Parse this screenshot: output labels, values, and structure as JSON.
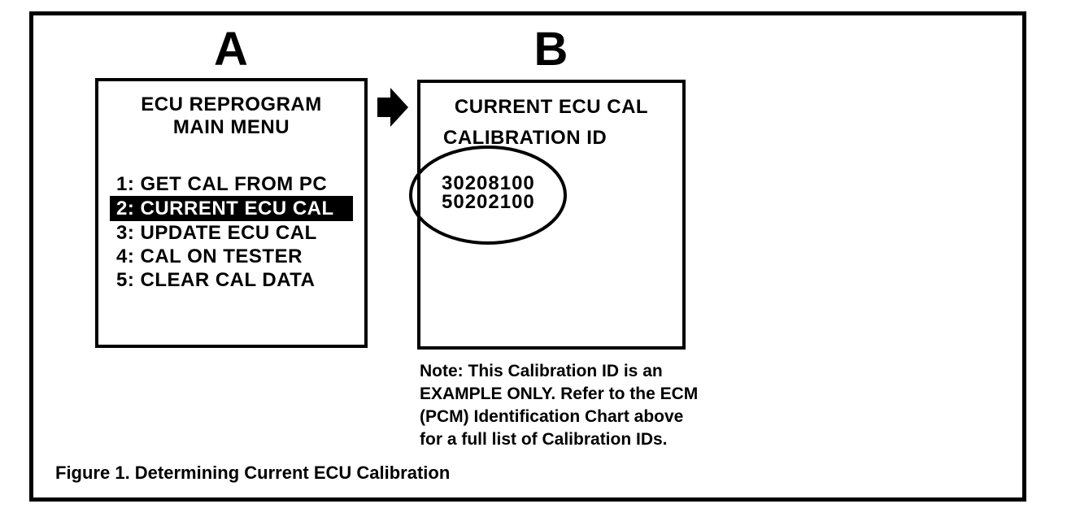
{
  "figure": {
    "caption": "Figure 1. Determining Current ECU Calibration",
    "colors": {
      "ink": "#000000",
      "background": "#ffffff"
    },
    "panel_a": {
      "label": "A",
      "screen_title_line1": "ECU REPROGRAM",
      "screen_title_line2": "MAIN MENU",
      "menu_items": [
        {
          "text": "1: GET CAL FROM PC",
          "highlighted": false
        },
        {
          "text": "2: CURRENT ECU CAL",
          "highlighted": true
        },
        {
          "text": "3: UPDATE ECU CAL",
          "highlighted": false
        },
        {
          "text": "4: CAL ON TESTER",
          "highlighted": false
        },
        {
          "text": "5: CLEAR CAL DATA",
          "highlighted": false
        }
      ]
    },
    "arrow": {
      "icon": "right-block-arrow",
      "meaning": "screen A leads to screen B"
    },
    "panel_b": {
      "label": "B",
      "screen_title": "CURRENT ECU CAL",
      "subtitle": "CALIBRATION ID",
      "calibration_ids": [
        "30208100",
        "50202100"
      ]
    },
    "note_lines": [
      "Note: This Calibration ID is an",
      "EXAMPLE ONLY. Refer to the ECM",
      "(PCM) Identification Chart above",
      "for a full list of Calibration IDs."
    ]
  }
}
